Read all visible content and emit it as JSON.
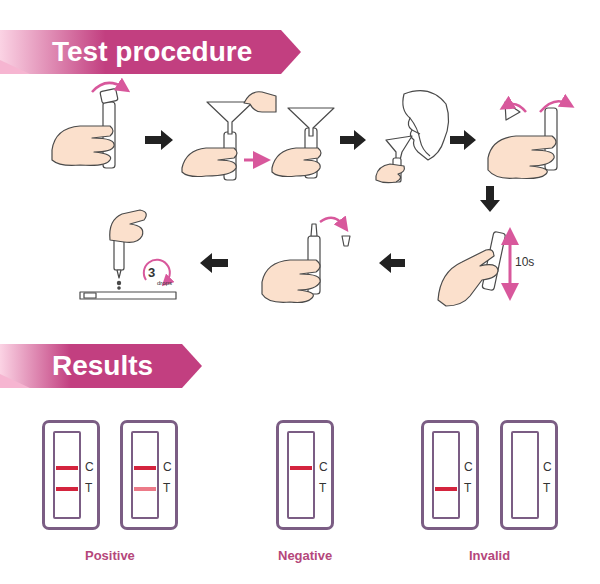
{
  "diagram": {
    "nodes": [
      {
        "text": [
          "Test procedure"
        ]
      },
      {
        "text": [
          "Results"
        ]
      },
      {
        "text": [
          "C",
          "T"
        ]
      },
      {
        "text": [
          "C",
          "T"
        ]
      },
      {
        "text": [
          "C",
          "T"
        ]
      },
      {
        "text": [
          "C",
          "T"
        ]
      },
      {
        "text": [
          "C",
          "T"
        ]
      }
    ],
    "labels": [
      "10s",
      "3",
      "drops",
      "Positive",
      "Negative",
      "Invalid"
    ]
  }
}
